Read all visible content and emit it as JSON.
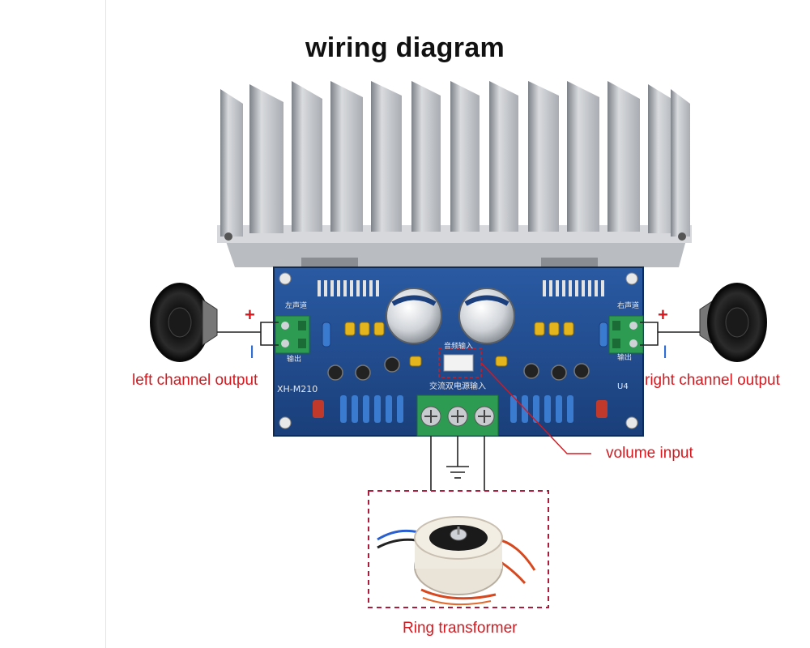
{
  "title": "wiring diagram",
  "labels": {
    "left_output": "left channel output",
    "right_output": "right channel output",
    "volume_input": "volume input",
    "transformer": "Ring transformer"
  },
  "polarity": {
    "plus": "+",
    "minus": "I"
  },
  "board_texts": {
    "model": "XH-M210",
    "left_ch": "左声道",
    "right_ch": "右声道",
    "out_left": "输出",
    "out_right": "输出",
    "audio_in": "音频输入",
    "power_in": "交流双电源输入",
    "u4": "U4"
  },
  "colors": {
    "accent_red": "#d8181e",
    "minus_blue": "#2a6bd8",
    "board_blue": "#1f4a8c",
    "heatsink": "#c9ccd1",
    "terminal_green": "#2e9b53",
    "wire_dark": "#222222"
  }
}
